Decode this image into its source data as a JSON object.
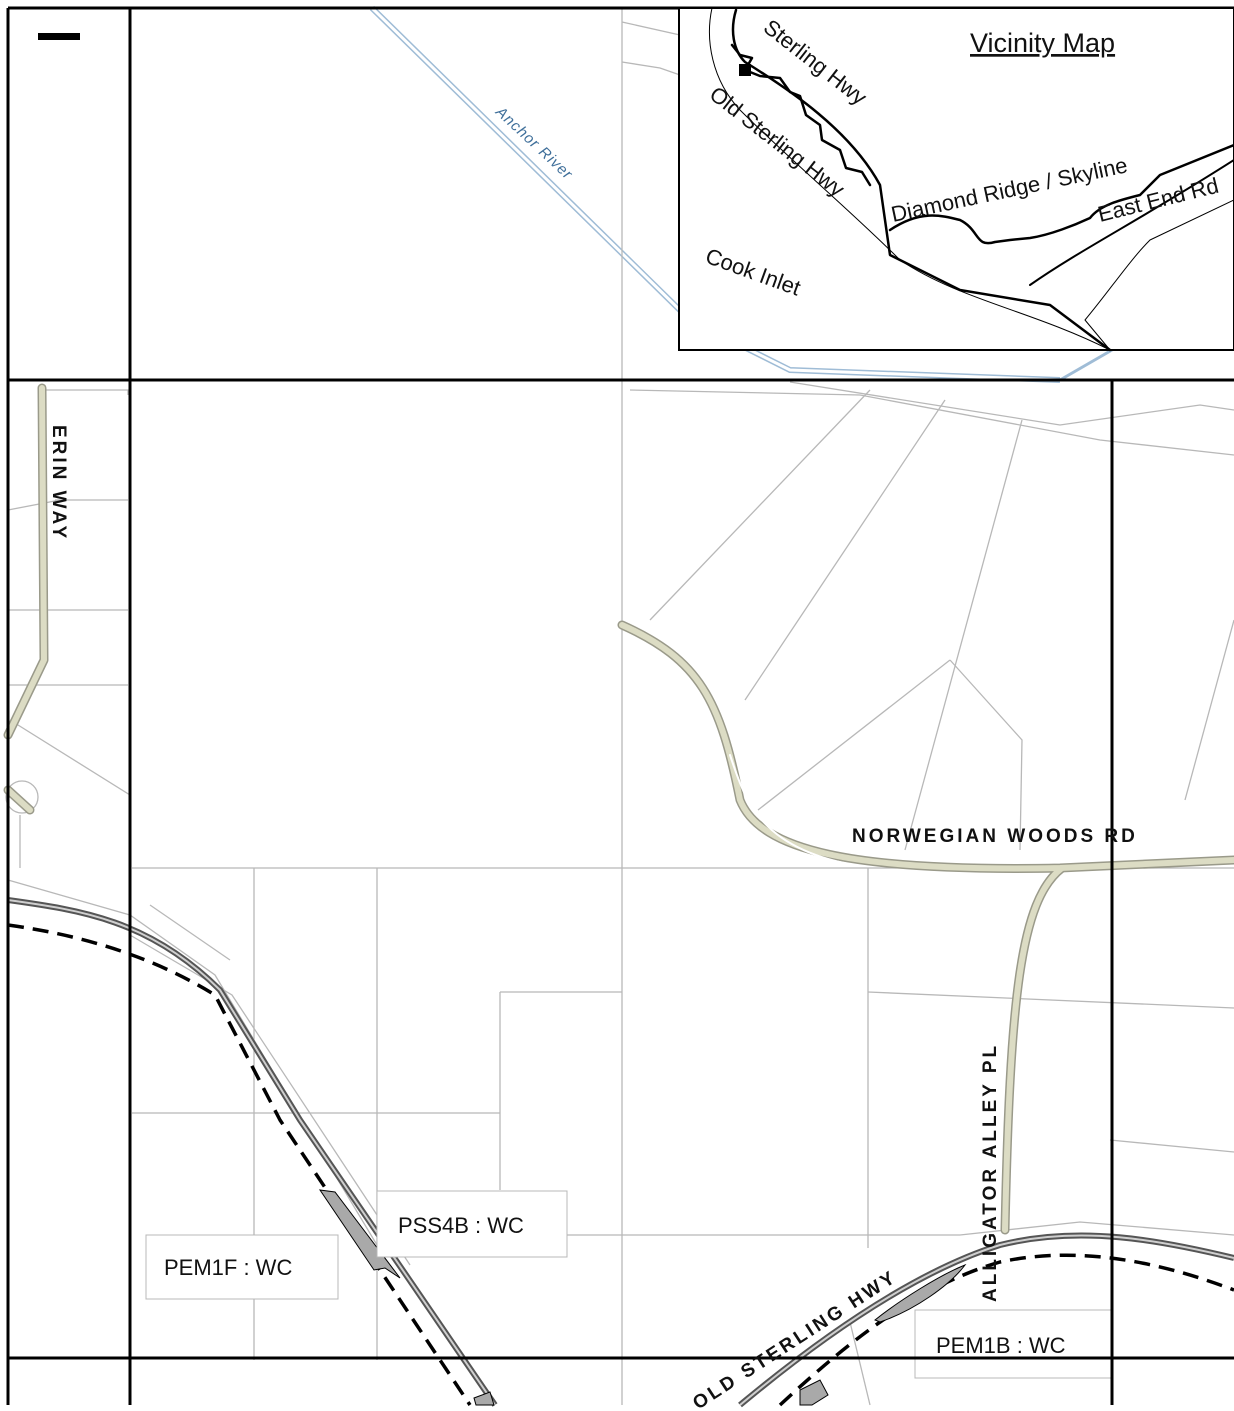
{
  "map": {
    "roads": {
      "erin_way": "ERIN WAY",
      "norwegian_woods_rd": "NORWEGIAN WOODS RD",
      "alligator_alley_pl": "ALLIGATOR ALLEY PL",
      "old_sterling_hwy": "OLD STERLING HWY"
    },
    "river": "Anchor River",
    "wetlands": {
      "pem1f": "PEM1F : WC",
      "pss4b": "PSS4B : WC",
      "pem1b": "PEM1B : WC"
    },
    "vicinity": {
      "title": "Vicinity Map",
      "sterling_hwy": "Sterling Hwy",
      "old_sterling_hwy": "Old Sterling Hwy",
      "diamond_ridge": "Diamond Ridge / Skyline",
      "east_end_rd": "East End Rd",
      "cook_inlet": "Cook Inlet"
    },
    "colors": {
      "parcel_line": "#b8b8b8",
      "road_fill": "#dcdcc4",
      "grid_line": "#000000",
      "wetland_fill": "#a9a9a9",
      "river": "#9fbcd6",
      "river_label": "#3f6f9a"
    }
  }
}
